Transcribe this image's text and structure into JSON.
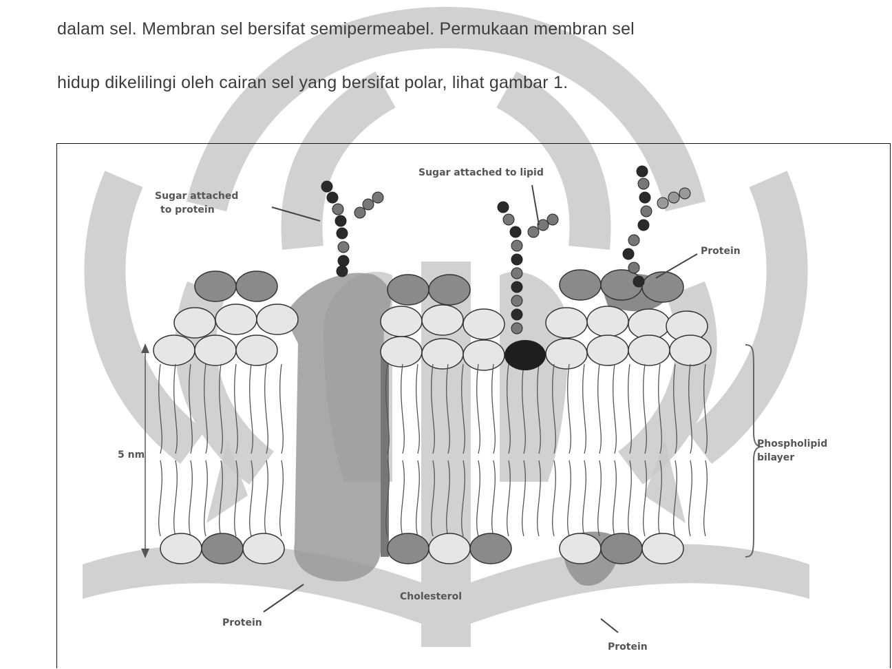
{
  "text": {
    "line1": "dalam sel. Membran sel bersifat semipermeabel. Permukaan membran sel",
    "line2": "hidup dikelilingi oleh cairan sel yang bersifat polar, lihat gambar 1."
  },
  "figure": {
    "labels": {
      "sugar_protein_1": "Sugar attached",
      "sugar_protein_2": "to protein",
      "sugar_lipid": "Sugar attached to lipid",
      "protein_top": "Protein",
      "scale": "5 nm",
      "bilayer_1": "Phospholipid",
      "bilayer_2": "bilayer",
      "protein_bottom_left": "Protein",
      "cholesterol": "Cholesterol",
      "protein_bottom_right": "Protein"
    }
  },
  "colors": {
    "watermark": "#c4c4c4",
    "head_light": "#e6e6e6",
    "head_dark": "#8a8a8a",
    "protein": "#9a9a9a"
  }
}
